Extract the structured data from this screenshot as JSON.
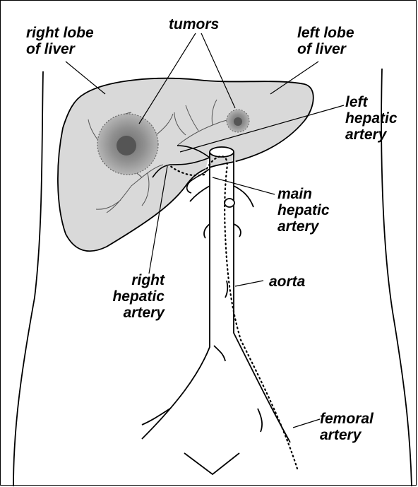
{
  "labels": {
    "right_lobe": [
      "right lobe",
      "of liver"
    ],
    "tumors": "tumors",
    "left_lobe": [
      "left lobe",
      "of liver"
    ],
    "left_hepatic": [
      "left",
      "hepatic",
      "artery"
    ],
    "main_hepatic": [
      "main",
      "hepatic",
      "artery"
    ],
    "right_hepatic": [
      "right",
      "hepatic",
      "artery"
    ],
    "aorta": "aorta",
    "femoral": [
      "femoral",
      "artery"
    ]
  },
  "colors": {
    "liver_fill": "#d9d9d9",
    "tumor_fill": "#9a9a9a",
    "outline": "#000000"
  }
}
